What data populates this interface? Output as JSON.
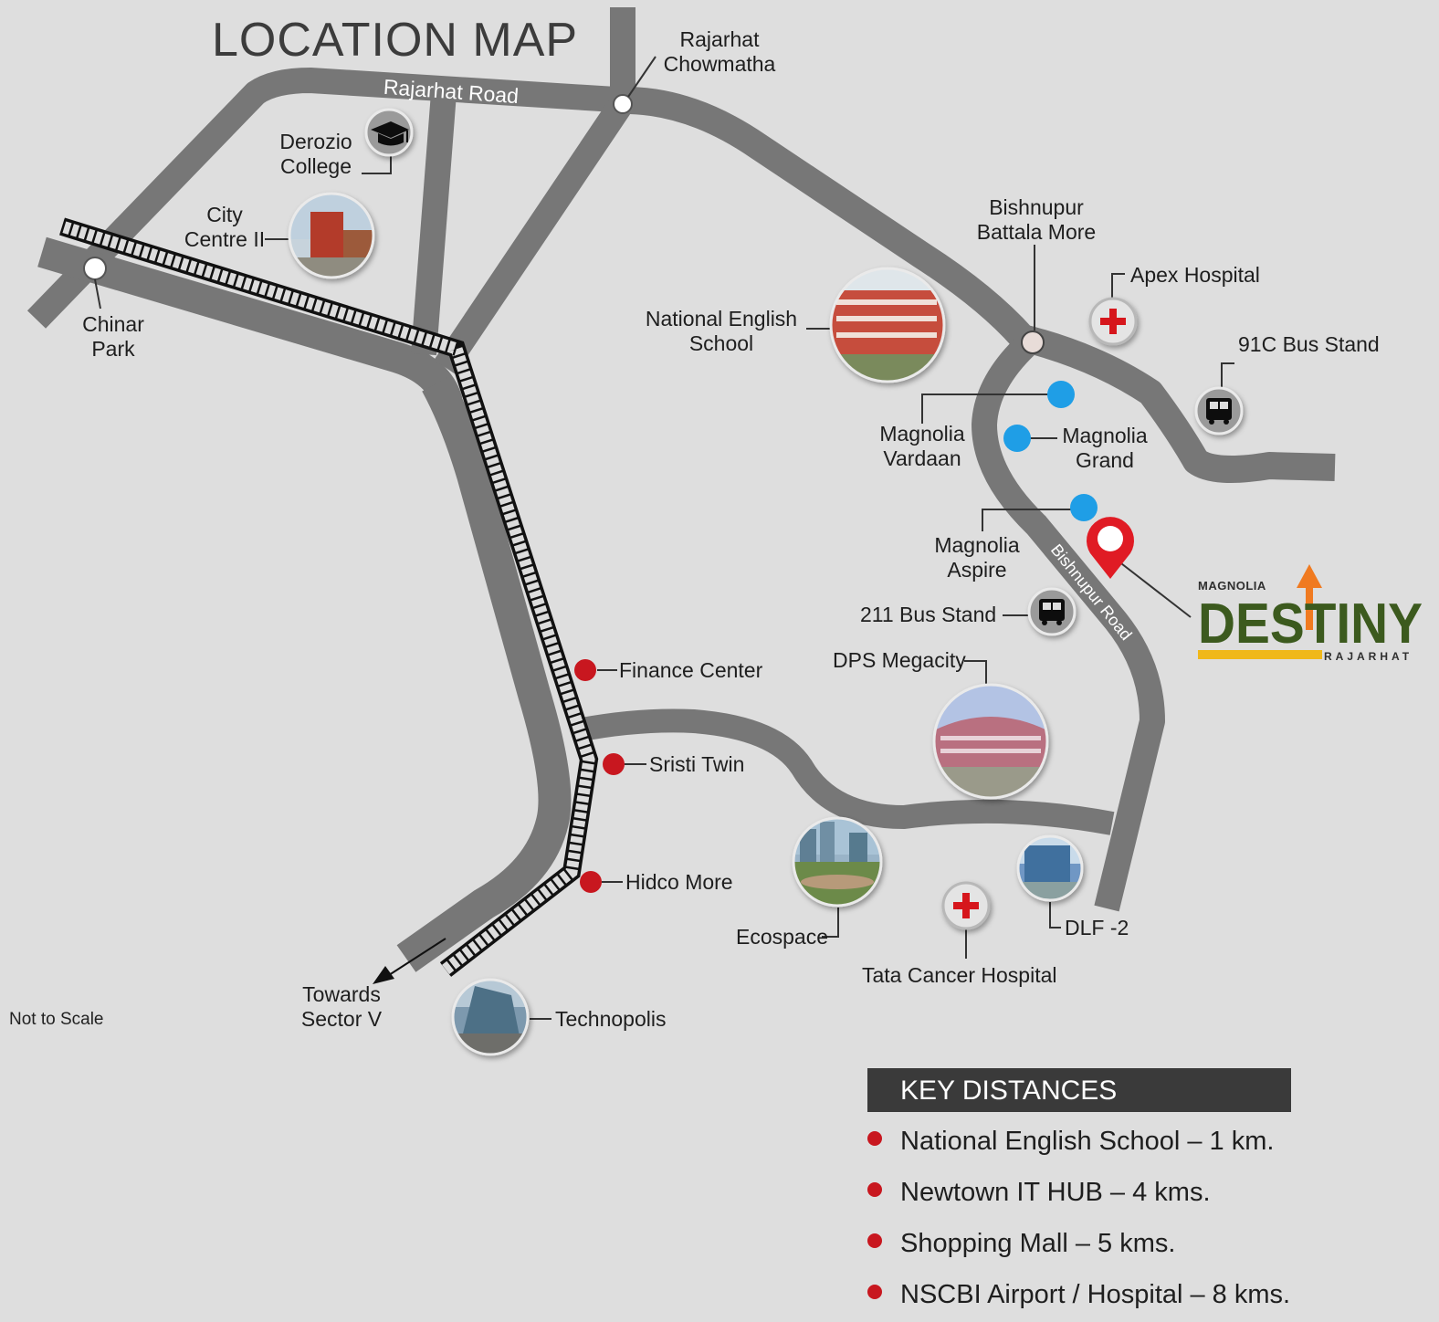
{
  "title": "LOCATION MAP",
  "note": "Not to Scale",
  "roads": {
    "rajarhat_road": "Rajarhat Road",
    "bishnupur_road": "Bishnupur Road"
  },
  "places": {
    "rajarhat_chowmatha": "Rajarhat\nChowmatha",
    "derozio_college": "Derozio\nCollege",
    "city_centre_ii": "City\nCentre II",
    "chinar_park": "Chinar\nPark",
    "national_english_school": "National English\nSchool",
    "bishnupur_battala_more": "Bishnupur\nBattala More",
    "apex_hospital": "Apex Hospital",
    "bus_stand_91c": "91C Bus Stand",
    "magnolia_vardaan": "Magnolia\nVardaan",
    "magnolia_grand": "Magnolia\nGrand",
    "magnolia_aspire": "Magnolia\nAspire",
    "bus_stand_211": "211 Bus Stand",
    "dps_megacity": "DPS Megacity",
    "finance_center": "Finance Center",
    "sristi_twin": "Sristi Twin",
    "hidco_more": "Hidco More",
    "ecospace": "Ecospace",
    "tata_cancer_hospital": "Tata Cancer Hospital",
    "dlf_2": "DLF -2",
    "towards_sector_v": "Towards\nSector V",
    "technopolis": "Technopolis"
  },
  "logo": {
    "brand": "MAGNOLIA",
    "name": "DESTINY",
    "sub": "RAJARHAT"
  },
  "key_distances": {
    "title": "KEY DISTANCES",
    "items": [
      "National English School – 1 km.",
      "Newtown IT HUB – 4 kms.",
      "Shopping Mall – 5 kms.",
      "NSCBI Airport / Hospital – 8 kms."
    ]
  },
  "colors": {
    "background": "#dedede",
    "road": "#777777",
    "landmark_red": "#c8171f",
    "magnolia_blue": "#1f9ee6",
    "logo_green": "#3c5a1e",
    "logo_orange": "#f07a20",
    "logo_yellow": "#f0b81a",
    "key_header": "#3a3a3a"
  },
  "icons": {
    "college": "graduation-cap-icon",
    "hospital": "red-cross-icon",
    "bus": "bus-icon",
    "project": "location-pin-icon"
  }
}
